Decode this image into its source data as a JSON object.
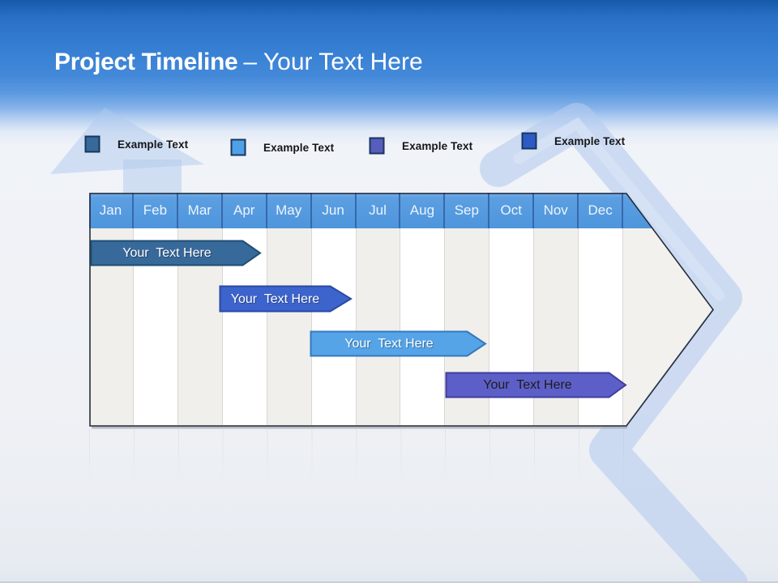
{
  "title": {
    "bold": "Project Timeline",
    "light": "– Your Text Here"
  },
  "legend": {
    "items": [
      {
        "label": "Example Text",
        "color": "#38699B"
      },
      {
        "label": "Example Text",
        "color": "#4FA0E6"
      },
      {
        "label": "Example Text",
        "color": "#5A5BBE"
      },
      {
        "label": "Example Text",
        "color": "#2E5AC6"
      }
    ]
  },
  "timeline": {
    "months": [
      "Jan",
      "Feb",
      "Mar",
      "Apr",
      "May",
      "Jun",
      "Jul",
      "Aug",
      "Sep",
      "Oct",
      "Nov",
      "Dec"
    ],
    "header_color": "#539ADF",
    "bars": [
      {
        "label": "Your  Text Here",
        "color": "#38699B",
        "text_color": "#FFFFFF",
        "span": "Jan–Apr"
      },
      {
        "label": "Your  Text Here",
        "color": "#3C64CC",
        "text_color": "#FFFFFF",
        "span": "Apr–Jun"
      },
      {
        "label": "Your  Text Here",
        "color": "#55A4E8",
        "text_color": "#FFFFFF",
        "span": "Jun–Sep"
      },
      {
        "label": "Your  Text Here",
        "color": "#5D5FC8",
        "text_color": "#1C1C1C",
        "span": "Sep–Dec"
      }
    ]
  }
}
